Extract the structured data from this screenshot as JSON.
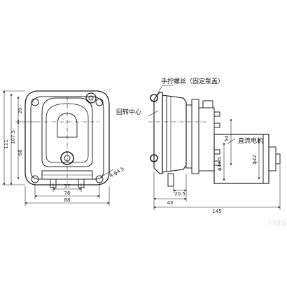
{
  "front_view": {
    "dims": {
      "total_height": "111",
      "body_height": "107.5",
      "upper_offset": "20",
      "lower_offset": "68",
      "mount_hole": "4-ϕ4.5",
      "inner_width": "37",
      "hole_spacing": "76",
      "total_width": "88"
    }
  },
  "side_view": {
    "labels": {
      "thumb_screw": "手拧螺丝（固定泵盖）",
      "rotation_center": "回转中心",
      "dc_motor": "直流电机"
    },
    "dims": {
      "flange": "54",
      "motor_dia": "ϕ44.5",
      "shaft_dia": "ϕ42",
      "tube_offset": "20.5",
      "head_depth": "43",
      "total_length": "145"
    }
  },
  "watermark": "Hstar"
}
